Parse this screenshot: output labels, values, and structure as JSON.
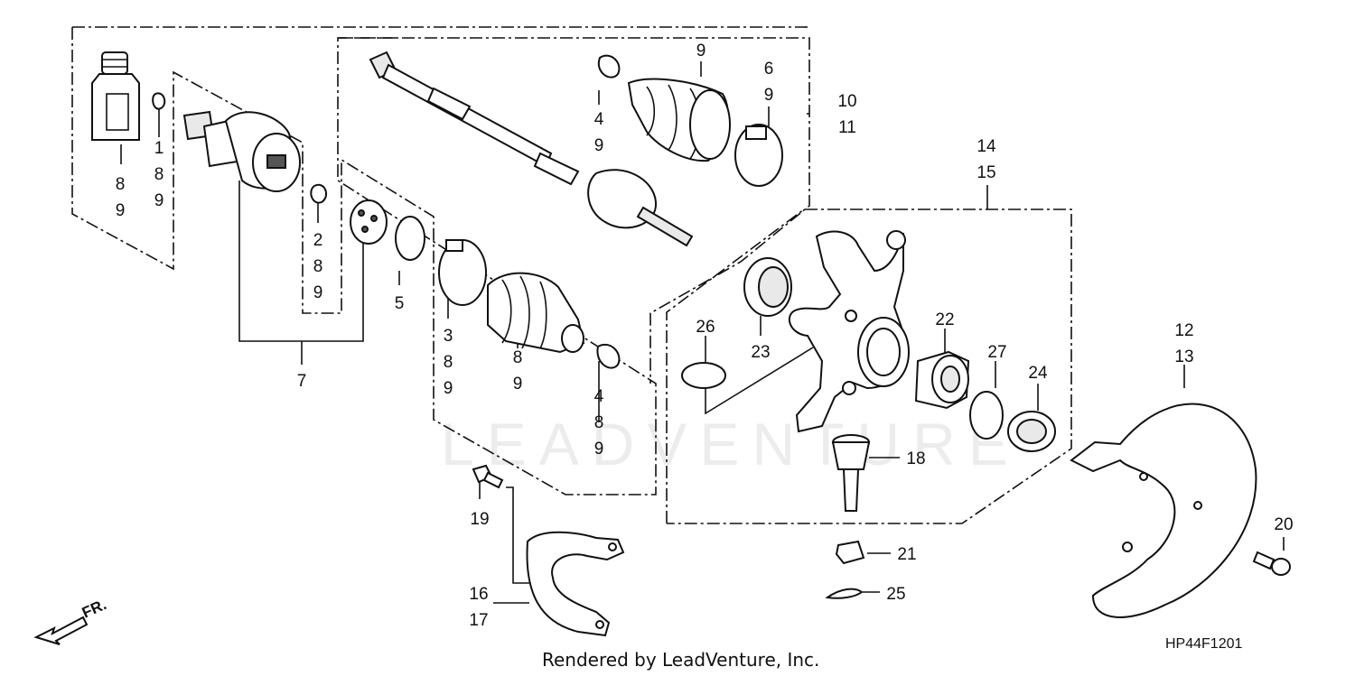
{
  "watermark": "LEADVENTURE",
  "footer": "Rendered by LeadVenture, Inc.",
  "diagram_code": "HP44F1201",
  "direction": "FR.",
  "callouts": {
    "c89_a": [
      "8",
      "9"
    ],
    "c189": [
      "1",
      "8",
      "9"
    ],
    "c289": [
      "2",
      "8",
      "9"
    ],
    "c7": [
      "7"
    ],
    "c5": [
      "5"
    ],
    "c389": [
      "3",
      "8",
      "9"
    ],
    "c89_b": [
      "8",
      "9"
    ],
    "c489_b": [
      "4",
      "8",
      "9"
    ],
    "c49": [
      "4",
      "9"
    ],
    "c9": [
      "9"
    ],
    "c69": [
      "6",
      "9"
    ],
    "c1011": [
      "10",
      "11"
    ],
    "c1415": [
      "14",
      "15"
    ],
    "c26": [
      "26"
    ],
    "c23": [
      "23"
    ],
    "c22": [
      "22"
    ],
    "c27": [
      "27"
    ],
    "c24": [
      "24"
    ],
    "c18": [
      "18"
    ],
    "c21": [
      "21"
    ],
    "c25": [
      "25"
    ],
    "c1213": [
      "12",
      "13"
    ],
    "c20": [
      "20"
    ],
    "c19": [
      "19"
    ],
    "c1617": [
      "16",
      "17"
    ]
  }
}
